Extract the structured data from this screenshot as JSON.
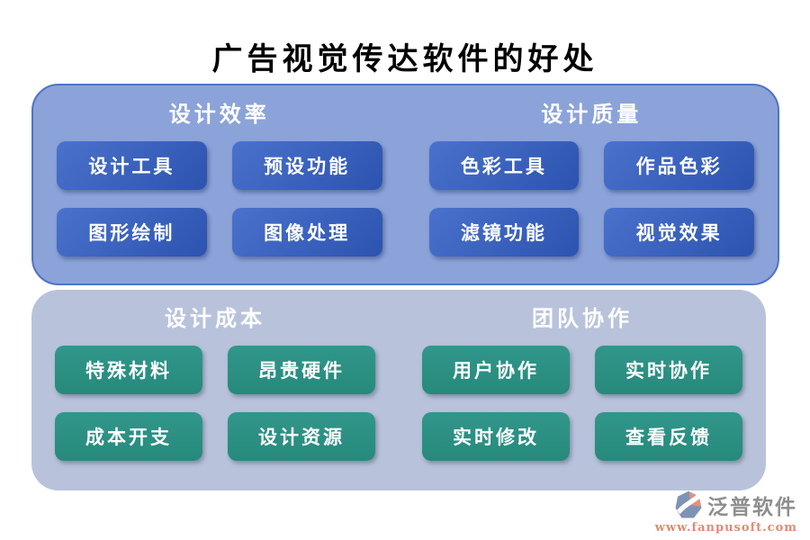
{
  "title": "广告视觉传达软件的好处",
  "colors": {
    "panel-top-bg": "#8BA3D8",
    "panel-top-border": "#4E73C8",
    "panel-bottom-bg": "#B8C3DB",
    "btn-blue-light": "#4A72CC",
    "btn-blue-dark": "#2C53AF",
    "btn-green-light": "#31978A",
    "btn-green-dark": "#26897C",
    "brand-gray": "#8E8E8E",
    "brand-orange": "#E08A73"
  },
  "panels": [
    {
      "groups": [
        {
          "header": "设计效率",
          "buttons": [
            "设计工具",
            "预设功能",
            "图形绘制",
            "图像处理"
          ]
        },
        {
          "header": "设计质量",
          "buttons": [
            "色彩工具",
            "作品色彩",
            "滤镜功能",
            "视觉效果"
          ]
        }
      ]
    },
    {
      "groups": [
        {
          "header": "设计成本",
          "buttons": [
            "特殊材料",
            "昂贵硬件",
            "成本开支",
            "设计资源"
          ]
        },
        {
          "header": "团队协作",
          "buttons": [
            "用户协作",
            "实时协作",
            "实时修改",
            "查看反馈"
          ]
        }
      ]
    }
  ],
  "footer": {
    "brand": "泛普软件",
    "website": "www.fanpusoft.com"
  }
}
